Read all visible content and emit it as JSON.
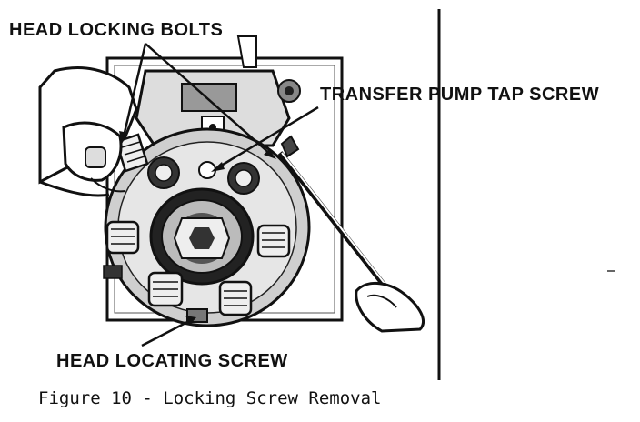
{
  "figure": {
    "labels": {
      "head_locking_bolts": "HEAD LOCKING BOLTS",
      "transfer_pump_tap_screw": "TRANSFER PUMP TAP SCREW",
      "head_locating_screw": "HEAD LOCATING SCREW"
    },
    "caption": "Figure 10 - Locking Screw Removal"
  }
}
